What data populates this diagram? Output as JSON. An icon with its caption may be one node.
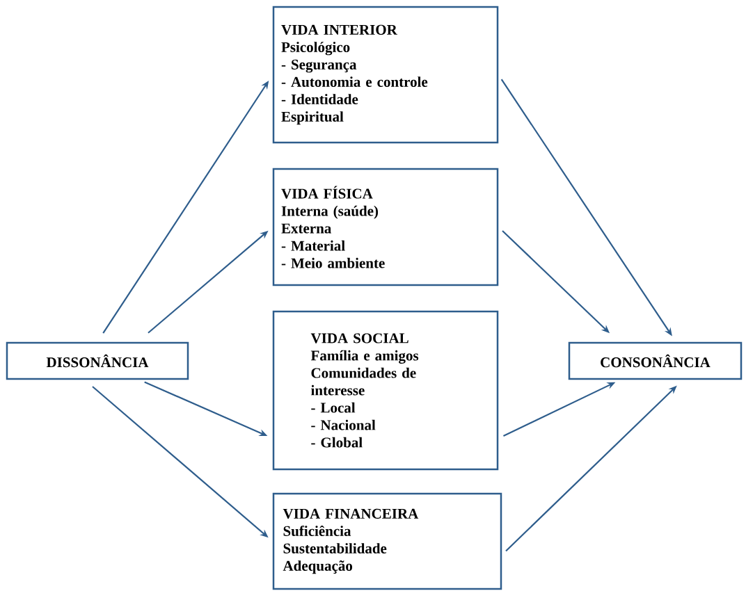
{
  "diagram": {
    "nodes": [
      {
        "text": [
          "DISSONÂNCIA"
        ]
      },
      {
        "text": [
          "VIDA INTERIOR",
          "Psicológico",
          "- Segurança",
          "- Autonomia e controle",
          "- Identidade",
          "Espiritual"
        ]
      },
      {
        "text": [
          "VIDA FÍSICA",
          "Interna (saúde)",
          "Externa",
          "- Material",
          "- Meio ambiente"
        ]
      },
      {
        "text": [
          "VIDA SOCIAL",
          "Família e amigos",
          "Comunidades de interesse",
          "- Local",
          "- Nacional",
          "- Global"
        ]
      },
      {
        "text": [
          "VIDA FINANCEIRA",
          "Suficiência",
          "Sustentabilidade",
          "Adequação"
        ]
      },
      {
        "text": [
          "CONSONÂNCIA"
        ]
      }
    ],
    "edges": [
      {
        "from": 0,
        "to": 1,
        "arrow": "to"
      },
      {
        "from": 0,
        "to": 2,
        "arrow": "to"
      },
      {
        "from": 0,
        "to": 3,
        "arrow": "to"
      },
      {
        "from": 0,
        "to": 4,
        "arrow": "to"
      },
      {
        "from": 1,
        "to": 5,
        "arrow": "to"
      },
      {
        "from": 2,
        "to": 5,
        "arrow": "to"
      },
      {
        "from": 3,
        "to": 5,
        "arrow": "to"
      },
      {
        "from": 4,
        "to": 5,
        "arrow": "to"
      }
    ]
  }
}
